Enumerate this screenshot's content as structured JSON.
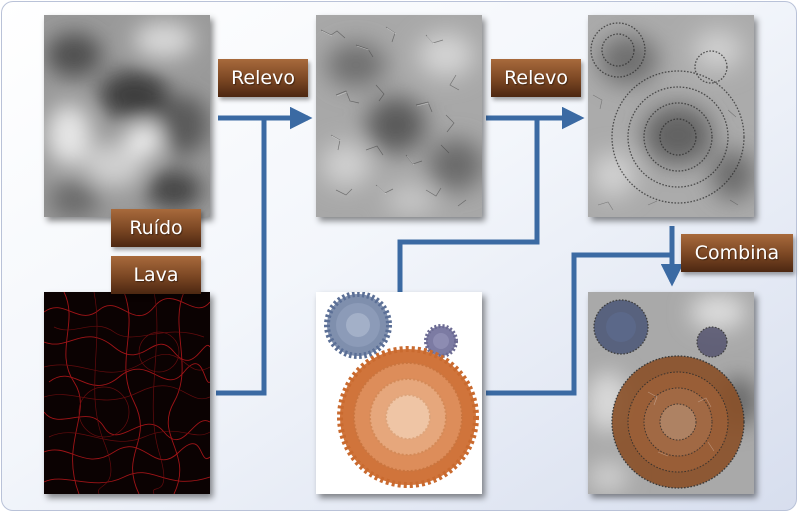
{
  "labels": {
    "ruido": "Ruído",
    "lava": "Lava",
    "relevo1": "Relevo",
    "relevo2": "Relevo",
    "combina": "Combina"
  },
  "icons": {
    "noise": "grayscale-noise-texture",
    "lava": "red-lava-texture",
    "emboss1": "embossed-noise-texture",
    "emboss2": "embossed-gears-texture",
    "gears": "orange-blue-gears-image",
    "result": "combined-result-texture"
  },
  "colors": {
    "arrow": "#3b6aa3",
    "label_top": "#a86a3c",
    "label_bottom": "#4c2712",
    "gear_orange": "#d0743b",
    "gear_blue": "#5b6f96",
    "gear_purple": "#6b6a92"
  }
}
